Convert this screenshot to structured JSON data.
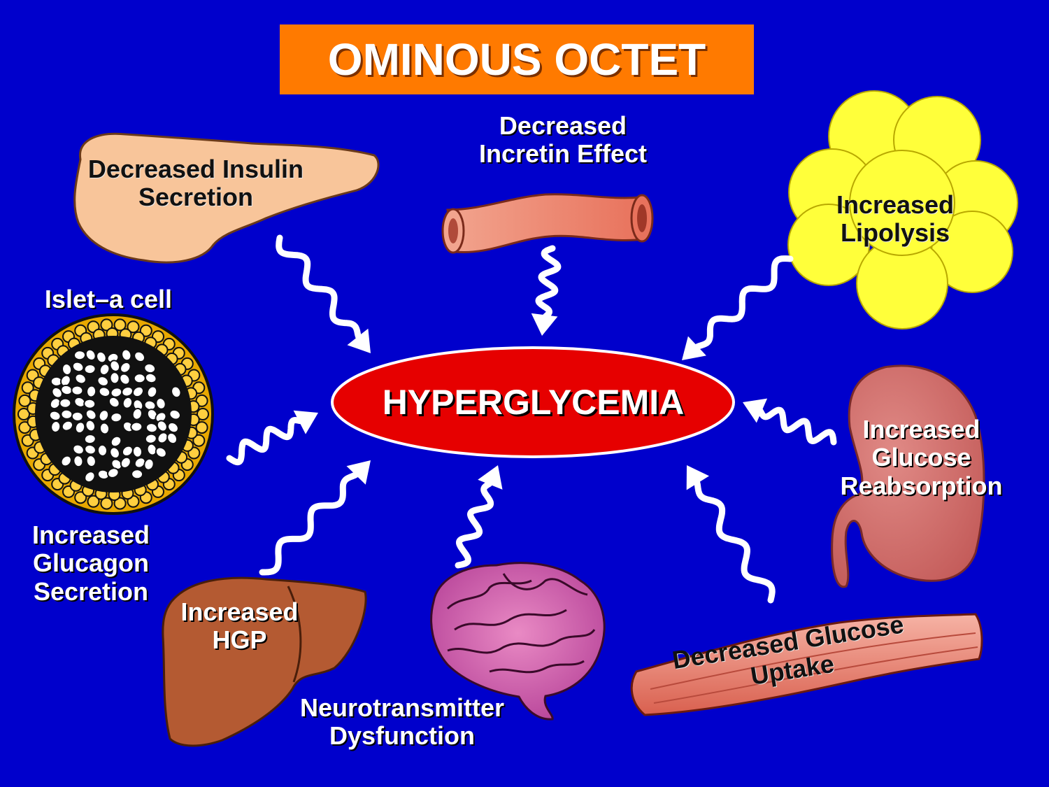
{
  "title": "OMINOUS OCTET",
  "center": "HYPERGLYCEMIA",
  "labels": {
    "insulin": [
      "Decreased Insulin",
      "Secretion"
    ],
    "incretin": [
      "Decreased",
      "Incretin Effect"
    ],
    "lipolysis": [
      "Increased",
      "Lipolysis"
    ],
    "islet": "Islet–a cell",
    "glucagon": [
      "Increased",
      "Glucagon",
      "Secretion"
    ],
    "reabsorption": [
      "Increased",
      "Glucose",
      "Reabsorption"
    ],
    "hgp": [
      "Increased",
      "HGP"
    ],
    "neuro": [
      "Neurotransmitter",
      "Dysfunction"
    ],
    "uptake": [
      "Decreased Glucose",
      "Uptake"
    ]
  },
  "colors": {
    "background": "#0000cc",
    "banner": "#ff7a00",
    "center_fill": "#e60000",
    "pancreas": "#f8c59a",
    "intestine": "#e8826a",
    "fat": "#ffff3a",
    "kidney": "#d97070",
    "liver": "#b45a32",
    "brain": "#d96ab0",
    "muscle": "#e87c6c",
    "islet_outer": "#e8a800",
    "arrow": "#ffffff"
  }
}
